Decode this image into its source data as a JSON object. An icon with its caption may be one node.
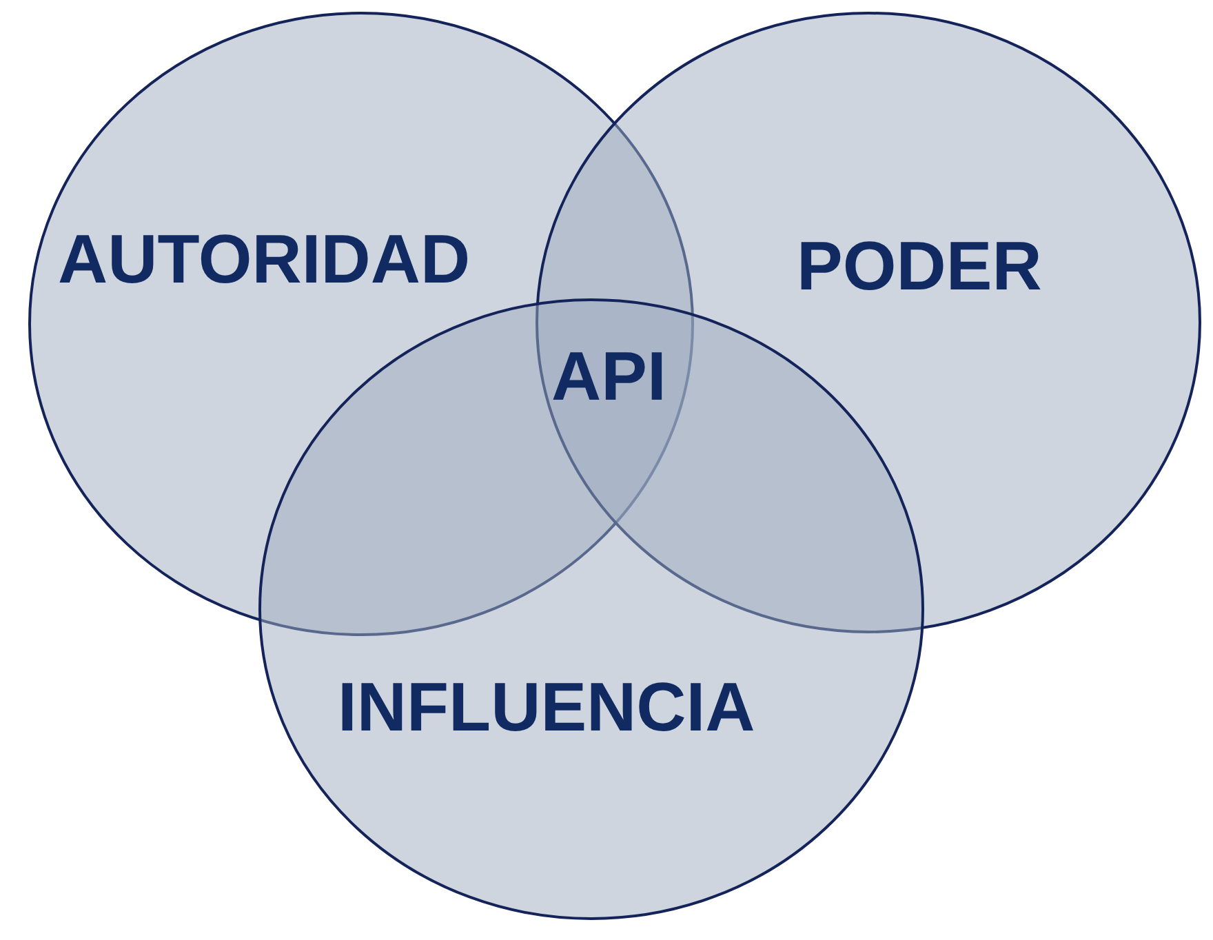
{
  "diagram": {
    "nodes": [
      {
        "text": [
          "AUTORIDAD"
        ]
      },
      {
        "text": [
          "PODER"
        ]
      },
      {
        "text": [
          "INFLUENCIA"
        ]
      }
    ],
    "labels": [
      "API"
    ]
  }
}
